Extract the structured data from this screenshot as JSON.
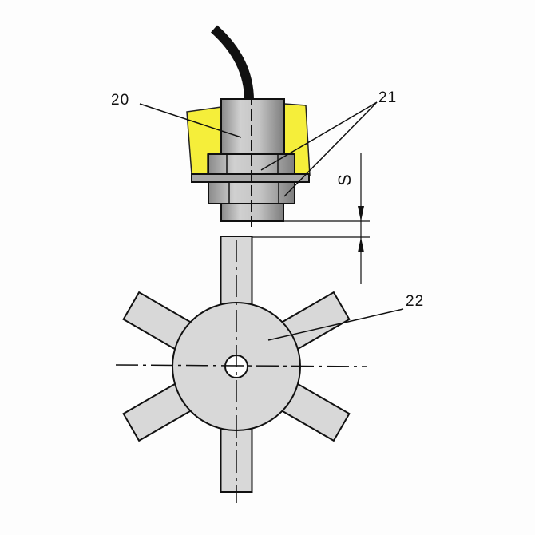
{
  "labels": {
    "sensor": "20",
    "nuts": "21",
    "wheel": "22",
    "gap": "S"
  },
  "colors": {
    "housing": "#f5ee3a",
    "metal": "#b8b8b8",
    "wheel": "#d8d8d8",
    "ink": "#111111"
  }
}
